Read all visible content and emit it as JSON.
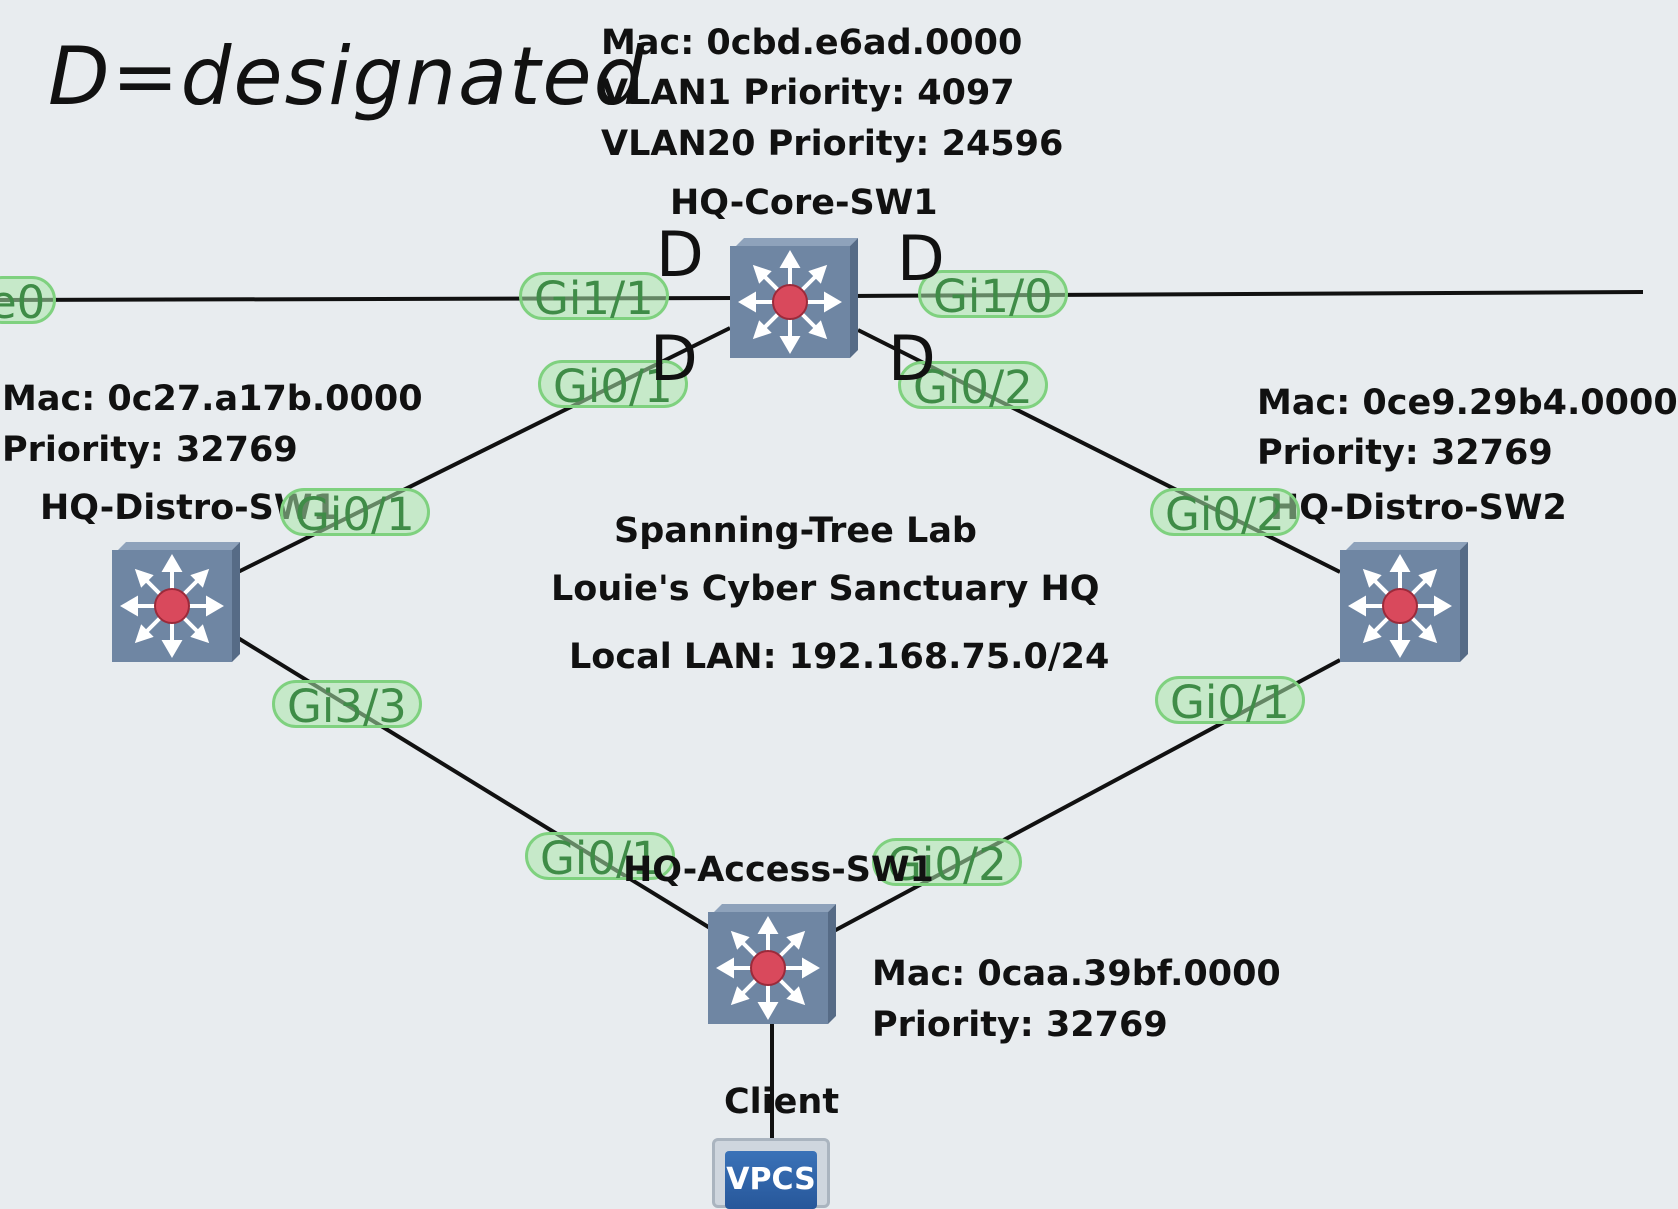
{
  "legend": "D=designated",
  "designated_mark": "D",
  "core": {
    "name": "HQ-Core-SW1",
    "mac": "Mac: 0cbd.e6ad.0000",
    "vlan1_priority": "VLAN1 Priority: 4097",
    "vlan20_priority": "VLAN20 Priority: 24596",
    "ports": [
      "Gi1/1",
      "Gi1/0",
      "Gi0/1",
      "Gi0/2"
    ]
  },
  "distro1": {
    "name": "HQ-Distro-SW1",
    "mac": "Mac: 0c27.a17b.0000",
    "priority": "Priority: 32769",
    "ports": [
      "Gi0/1",
      "Gi3/3"
    ]
  },
  "distro2": {
    "name": "HQ-Distro-SW2",
    "mac": "Mac: 0ce9.29b4.0000",
    "priority": "Priority: 32769",
    "ports": [
      "Gi0/2",
      "Gi0/1"
    ]
  },
  "access": {
    "name": "HQ-Access-SW1",
    "mac": "Mac: 0caa.39bf.0000",
    "priority": "Priority: 32769",
    "ports": [
      "Gi0/1",
      "Gi0/2"
    ]
  },
  "edge_port": "e0",
  "client": {
    "name": "Client",
    "device": "VPCS"
  },
  "lab": {
    "title": "Spanning-Tree Lab",
    "subtitle": "Louie's Cyber Sanctuary HQ",
    "lan": "Local LAN: 192.168.75.0/24"
  },
  "colors": {
    "background": "#e8ecef",
    "switch_body": "#6f86a3",
    "port_fill": "#aae8aa",
    "port_text": "#3f8c47",
    "link": "#111111"
  }
}
